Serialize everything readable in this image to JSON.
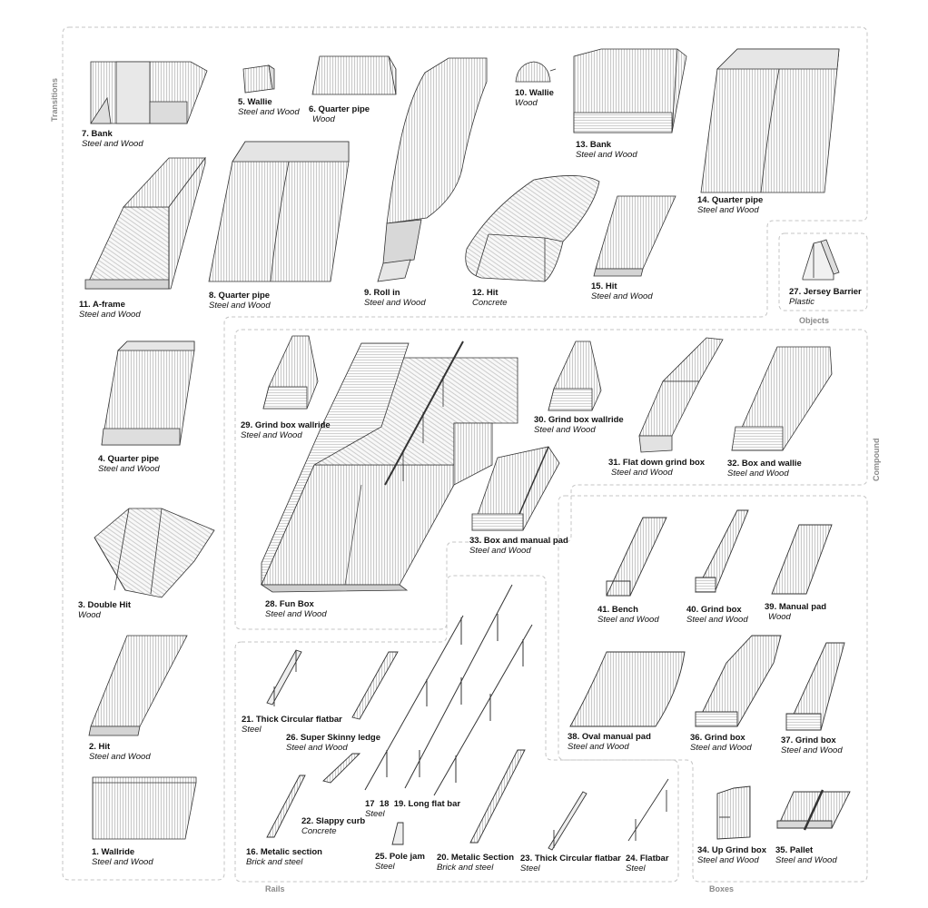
{
  "groups": {
    "transitions": "Transitions",
    "objects": "Objects",
    "compound": "Compound",
    "rails": "Rails",
    "boxes": "Boxes"
  },
  "items": {
    "i7": {
      "title": "7. Bank",
      "material": "Steel and Wood"
    },
    "i5": {
      "title": "5. Wallie",
      "material": "Steel and Wood"
    },
    "i6": {
      "title": "6. Quarter pipe",
      "material": "Wood"
    },
    "i10": {
      "title": "10. Wallie",
      "material": "Wood"
    },
    "i13": {
      "title": "13. Bank",
      "material": "Steel and Wood"
    },
    "i14": {
      "title": "14. Quarter pipe",
      "material": "Steel and Wood"
    },
    "i11": {
      "title": "11. A-frame",
      "material": "Steel and Wood"
    },
    "i8": {
      "title": "8. Quarter pipe",
      "material": "Steel and Wood"
    },
    "i9": {
      "title": "9. Roll in",
      "material": "Steel and Wood"
    },
    "i12": {
      "title": "12. Hit",
      "material": "Concrete"
    },
    "i15": {
      "title": "15. Hit",
      "material": "Steel and Wood"
    },
    "i27": {
      "title": "27. Jersey Barrier",
      "material": "Plastic"
    },
    "i4": {
      "title": "4. Quarter pipe",
      "material": "Steel and Wood"
    },
    "i3": {
      "title": "3. Double Hit",
      "material": "Wood"
    },
    "i2": {
      "title": "2. Hit",
      "material": "Steel and Wood"
    },
    "i1": {
      "title": "1. Wallride",
      "material": "Steel and Wood"
    },
    "i29": {
      "title": "29. Grind box wallride",
      "material": "Steel and Wood"
    },
    "i30": {
      "title": "30. Grind box wallride",
      "material": "Steel and Wood"
    },
    "i31": {
      "title": "31. Flat down grind box",
      "material": "Steel and Wood"
    },
    "i32": {
      "title": "32. Box and wallie",
      "material": "Steel and Wood"
    },
    "i33": {
      "title": "33. Box and manual pad",
      "material": "Steel and Wood"
    },
    "i28": {
      "title": "28. Fun Box",
      "material": "Steel and Wood"
    },
    "i41": {
      "title": "41. Bench",
      "material": "Steel and Wood"
    },
    "i40": {
      "title": "40. Grind box",
      "material": "Steel and Wood"
    },
    "i39": {
      "title": "39. Manual pad",
      "material": "Wood"
    },
    "i38": {
      "title": "38. Oval manual pad",
      "material": "Steel and Wood"
    },
    "i36": {
      "title": "36. Grind box",
      "material": "Steel and Wood"
    },
    "i37": {
      "title": "37. Grind box",
      "material": "Steel and Wood"
    },
    "i34": {
      "title": "34. Up Grind box",
      "material": "Steel and Wood"
    },
    "i35": {
      "title": "35. Pallet",
      "material": "Steel and Wood"
    },
    "i21": {
      "title": "21. Thick Circular flatbar",
      "material": "Steel"
    },
    "i26": {
      "title": "26. Super Skinny ledge",
      "material": "Steel and Wood"
    },
    "i171819": {
      "title": "17  18  19. Long flat bar",
      "material": "Steel"
    },
    "i22": {
      "title": "22. Slappy curb",
      "material": "Concrete"
    },
    "i16": {
      "title": "16. Metalic section",
      "material": "Brick and steel"
    },
    "i25": {
      "title": "25. Pole jam",
      "material": "Steel"
    },
    "i20": {
      "title": "20. Metalic Section",
      "material": "Brick and steel"
    },
    "i23": {
      "title": "23. Thick Circular flatbar",
      "material": "Steel"
    },
    "i24": {
      "title": "24. Flatbar",
      "material": "Steel"
    }
  }
}
